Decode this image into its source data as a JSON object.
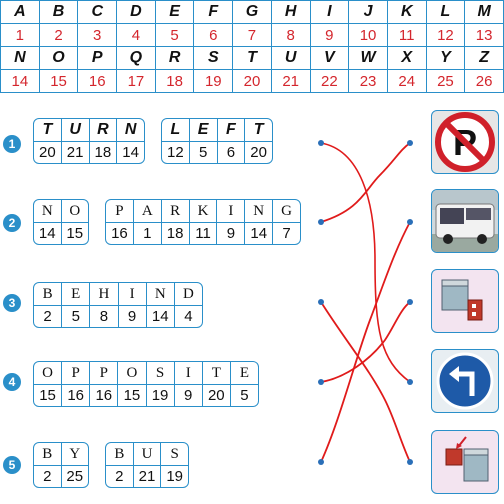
{
  "alphabet": {
    "row1_letters": [
      "A",
      "B",
      "C",
      "D",
      "E",
      "F",
      "G",
      "H",
      "I",
      "J",
      "K",
      "L",
      "M"
    ],
    "row1_numbers": [
      "1",
      "2",
      "3",
      "4",
      "5",
      "6",
      "7",
      "8",
      "9",
      "10",
      "11",
      "12",
      "13"
    ],
    "row2_letters": [
      "N",
      "O",
      "P",
      "Q",
      "R",
      "S",
      "T",
      "U",
      "V",
      "W",
      "X",
      "Y",
      "Z"
    ],
    "row2_numbers": [
      "14",
      "15",
      "16",
      "17",
      "18",
      "19",
      "20",
      "21",
      "22",
      "23",
      "24",
      "25",
      "26"
    ]
  },
  "rows": [
    {
      "number": "1",
      "words": [
        {
          "letters": [
            "T",
            "U",
            "R",
            "N"
          ],
          "numbers": [
            "20",
            "21",
            "18",
            "14"
          ]
        },
        {
          "letters": [
            "L",
            "E",
            "F",
            "T"
          ],
          "numbers": [
            "12",
            "5",
            "6",
            "20"
          ]
        }
      ]
    },
    {
      "number": "2",
      "words": [
        {
          "letters": [
            "N",
            "O"
          ],
          "numbers": [
            "14",
            "15"
          ]
        },
        {
          "letters": [
            "P",
            "A",
            "R",
            "K",
            "I",
            "N",
            "G"
          ],
          "numbers": [
            "16",
            "1",
            "18",
            "11",
            "9",
            "14",
            "7"
          ]
        }
      ]
    },
    {
      "number": "3",
      "words": [
        {
          "letters": [
            "B",
            "E",
            "H",
            "I",
            "N",
            "D"
          ],
          "numbers": [
            "2",
            "5",
            "8",
            "9",
            "14",
            "4"
          ]
        }
      ]
    },
    {
      "number": "4",
      "words": [
        {
          "letters": [
            "O",
            "P",
            "P",
            "O",
            "S",
            "I",
            "T",
            "E"
          ],
          "numbers": [
            "15",
            "16",
            "16",
            "15",
            "19",
            "9",
            "20",
            "5"
          ]
        }
      ]
    },
    {
      "number": "5",
      "words": [
        {
          "letters": [
            "B",
            "Y"
          ],
          "numbers": [
            "2",
            "25"
          ]
        },
        {
          "letters": [
            "B",
            "U",
            "S"
          ],
          "numbers": [
            "2",
            "21",
            "19"
          ]
        }
      ]
    }
  ],
  "pictures": [
    "no-parking-sign-icon",
    "bus-icon",
    "building-behind-icon",
    "turn-left-sign-icon",
    "building-opposite-icon"
  ],
  "colors": {
    "grid": "#2a8fc9",
    "number": "#d4262d",
    "line": "#e01b1b"
  }
}
